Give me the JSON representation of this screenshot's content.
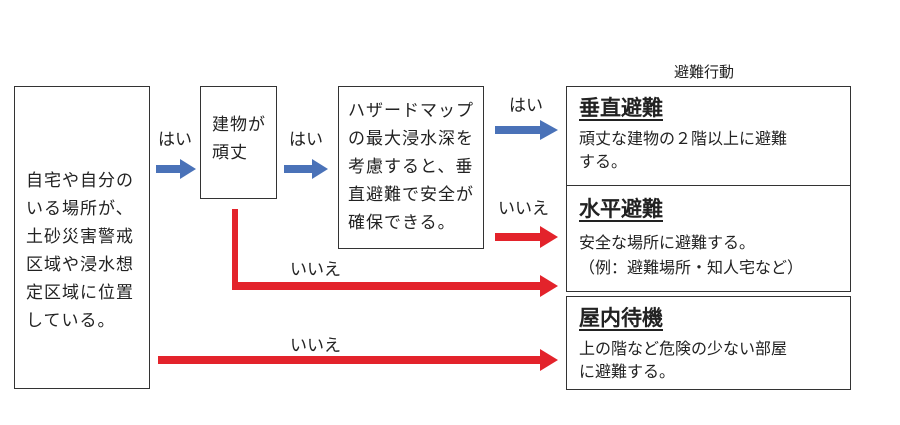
{
  "header": {
    "actions_label": "避難行動"
  },
  "boxes": {
    "location": "自宅や自分の\nいる場所が、\n土砂災害警戒\n区域や浸水想\n定区域に位置\nしている。",
    "building": "建物が\n頑丈",
    "hazard": "ハザードマップ\nの最大浸水深を\n考慮すると、垂\n直避難で安全が\n確保できる。"
  },
  "arrow_labels": {
    "yes1": "はい",
    "yes2": "はい",
    "yes3": "はい",
    "no1": "いいえ",
    "no2": "いいえ",
    "no3": "いいえ"
  },
  "actions": [
    {
      "title": "垂直避難",
      "desc": "頑丈な建物の２階以上に避難\nする。"
    },
    {
      "title": "水平避難",
      "desc": "安全な場所に避難する。\n（例：避難場所・知人宅など）"
    },
    {
      "title": "屋内待機",
      "desc": "上の階など危険の少ない部屋\nに避難する。"
    }
  ],
  "colors": {
    "yes_arrow": "#4a72b8",
    "no_arrow": "#e3232b",
    "border": "#333333"
  }
}
